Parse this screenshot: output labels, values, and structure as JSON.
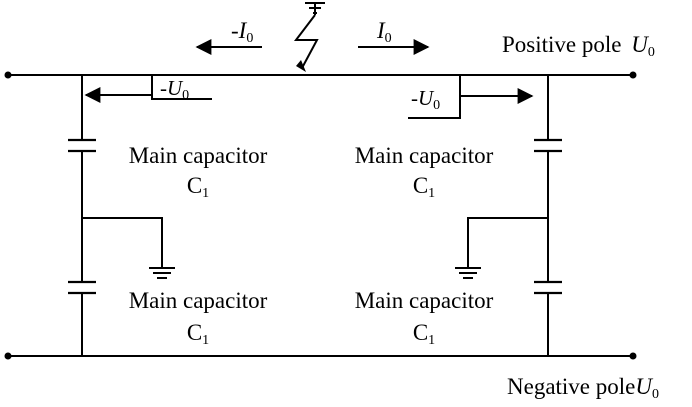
{
  "labels": {
    "positive_pole": "Positive pole ",
    "positive_pole_sym": "U",
    "positive_pole_sub": "0",
    "negative_pole": "Negative pole",
    "negative_pole_sym": "U",
    "negative_pole_sub": "0",
    "current_left_prefix": "-",
    "current_left_sym": "I",
    "current_left_sub": "0",
    "current_right_sym": "I",
    "current_right_sub": "0",
    "voltage_left_prefix": "-",
    "voltage_left_sym": "U",
    "voltage_left_sub": "0",
    "voltage_right_prefix": "-",
    "voltage_right_sym": "U",
    "voltage_right_sub": "0"
  },
  "capacitors": [
    {
      "name": "Main capacitor",
      "sym": "C",
      "sub": "1"
    },
    {
      "name": "Main capacitor",
      "sym": "C",
      "sub": "1"
    },
    {
      "name": "Main capacitor",
      "sym": "C",
      "sub": "1"
    },
    {
      "name": "Main capacitor",
      "sym": "C",
      "sub": "1"
    }
  ]
}
